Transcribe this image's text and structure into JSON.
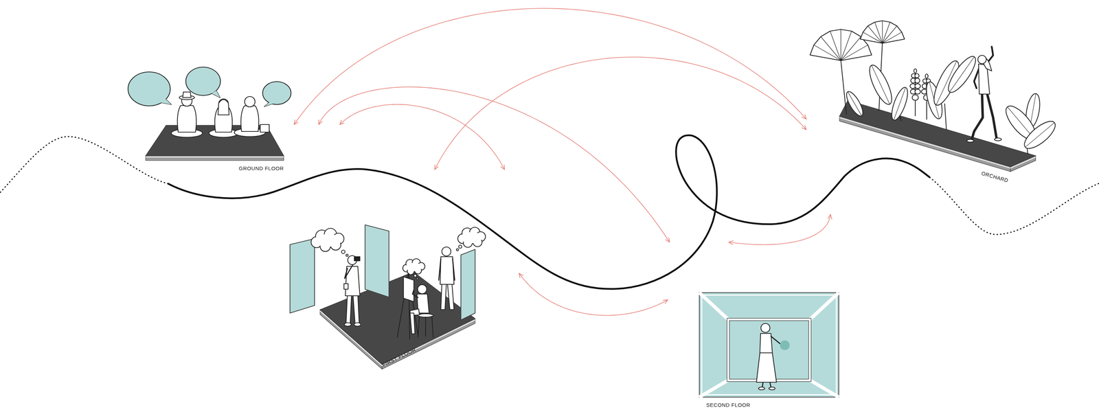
{
  "diagram": {
    "nodes": [
      {
        "text": [
          "GROUND FLOOR"
        ]
      },
      {
        "text": [
          "FIRST FLOOR"
        ]
      },
      {
        "text": [
          "SECOND FLOOR"
        ]
      },
      {
        "text": [
          "ORCHARD"
        ]
      }
    ],
    "edges": [
      {
        "from": 0,
        "to": 3,
        "arrow": "both"
      },
      {
        "from": 0,
        "to": 2,
        "arrow": "both"
      },
      {
        "from": 0,
        "to": 1,
        "arrow": "both"
      },
      {
        "from": 1,
        "to": 3,
        "arrow": "both"
      },
      {
        "from": 1,
        "to": 2,
        "arrow": "both"
      },
      {
        "from": 2,
        "to": 3,
        "arrow": "both"
      }
    ]
  }
}
